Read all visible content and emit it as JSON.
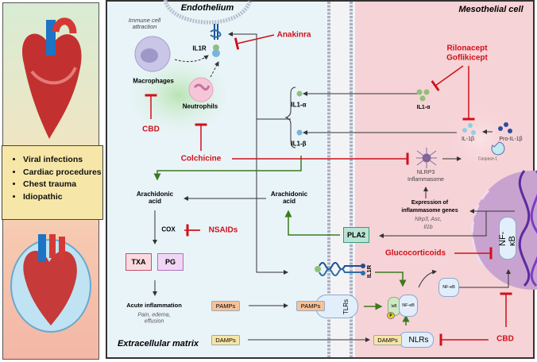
{
  "left_panel": {
    "causes": [
      "Viral infections",
      "Cardiac procedures",
      "Chest trauma",
      "Idiopathic"
    ]
  },
  "regions": {
    "endothelium": "Endothelium",
    "mesothelial_cell": "Mesothelial cell",
    "extracellular_matrix": "Extracellular matrix"
  },
  "labels": {
    "immune_attraction": "Immune cell attraction",
    "il1r_top": "IL1R",
    "macrophages": "Macrophages",
    "neutrophils": "Neutrophils",
    "il1a_left": "IL1-α",
    "il1b_left": "IL1-β",
    "il1a_right": "IL1-α",
    "il1b_right": "IL-1β",
    "pro_il1b": "Pro-IL-1β",
    "caspase": "Caspase-1",
    "nlrp3": "NLRP3",
    "inflammasome": "Inflammasome",
    "expression_1": "Expression of",
    "expression_2": "inflammasome genes",
    "genes_1": "Nlrp3, Asc,",
    "genes_2": "Il1b",
    "arachidonic_left": "Arachidonic acid",
    "arachidonic_right": "Arachidonic acid",
    "cox": "COX",
    "txa": "TXA",
    "pg": "PG",
    "acute": "Acute inflammation",
    "acute_sub": "Pain, edema, effusion",
    "pamps_left": "PAMPs",
    "pamps_right": "PAMPs",
    "damps_left": "DAMPs",
    "damps_right": "DAMPs",
    "tlrs": "TLRs",
    "nlrs": "NLRs",
    "pla2": "PLA2",
    "il1r_right": "IL1R",
    "ikb": "IκB",
    "p": "P",
    "nfkb_small": "NF-κB",
    "nfkb_free": "NF-κB",
    "nfkb_nucleus": "NF-κB"
  },
  "drugs": {
    "anakinra": "Anakinra",
    "cbd_top": "CBD",
    "colchicine": "Colchicine",
    "rilonacept": "Rilonacept",
    "goflikicept": "Goflikicept",
    "nsaids": "NSAIDs",
    "glucocorticoids": "Glucocorticoids",
    "cbd_bottom": "CBD"
  },
  "colors": {
    "inhibitor": "#d0101a",
    "activation": "#3c7a1e",
    "ecm_bg": "#e9f4f8",
    "cell_bg": "#f6d3d6",
    "nucleus": "#c9a3cf"
  }
}
